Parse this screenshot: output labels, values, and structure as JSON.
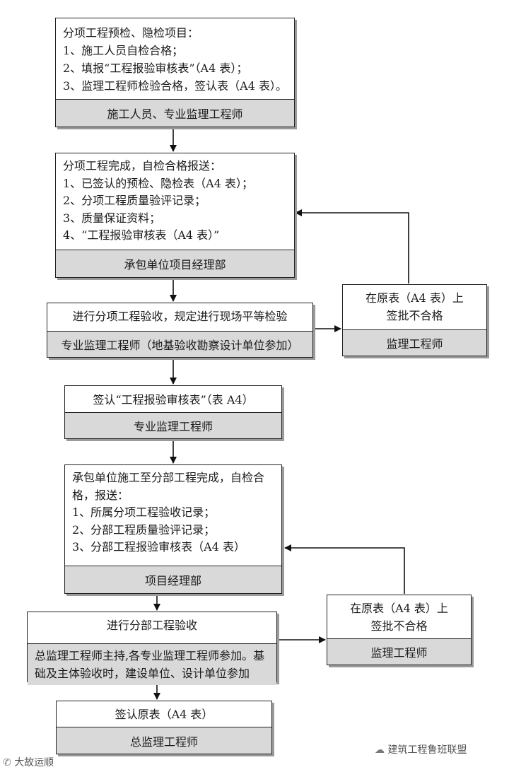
{
  "box1": {
    "lines": [
      "分项工程预检、隐检项目：",
      "1、施工人员自检合格；",
      "2、填报“工程报验审核表”（A4 表）；",
      "3、监理工程师检验合格，签认表（A4 表）。"
    ],
    "footer": "施工人员、专业监理工程师"
  },
  "box2": {
    "lines": [
      "分项工程完成，自检合格报送：",
      "1、已签认的预检、隐检表（A4 表）；",
      "2、分项工程质量验评记录；",
      "3、质量保证资料；",
      "4、“工程报验审核表（A4 表）”"
    ],
    "footer": "承包单位项目经理部"
  },
  "box3": {
    "text": "进行分项工程验收，规定进行现场平等检验",
    "footer": "专业监理工程师（地基验收勘察设计单位参加）"
  },
  "reject1": {
    "lines": [
      "在原表（A4 表）上",
      "签批不合格"
    ],
    "footer": "监理工程师"
  },
  "box4": {
    "text": "签认“工程报验审核表”（表 A4）",
    "footer": "专业监理工程师"
  },
  "box5": {
    "lines": [
      "承包单位施工至分部工程完成，自检合",
      "格，报送：",
      "1、所属分项工程验收记录；",
      "2、分部工程质量验评记录；",
      "3、分部工程报验审核表（A4 表）"
    ],
    "footer": "项目经理部"
  },
  "box6": {
    "text": "进行分部工程验收",
    "footer_lines": [
      "总监理工程师主持,各专业监理工程师参加。基",
      "础及主体验收时，建设单位、设计单位参加"
    ]
  },
  "reject2": {
    "lines": [
      "在原表（A4 表）上",
      "签批不合格"
    ],
    "footer": "监理工程师"
  },
  "box7": {
    "text": "签认原表（A4 表）",
    "footer": "总监理工程师"
  },
  "watermark_left": "大故运顺",
  "watermark_right": "建筑工程鲁班联盟"
}
